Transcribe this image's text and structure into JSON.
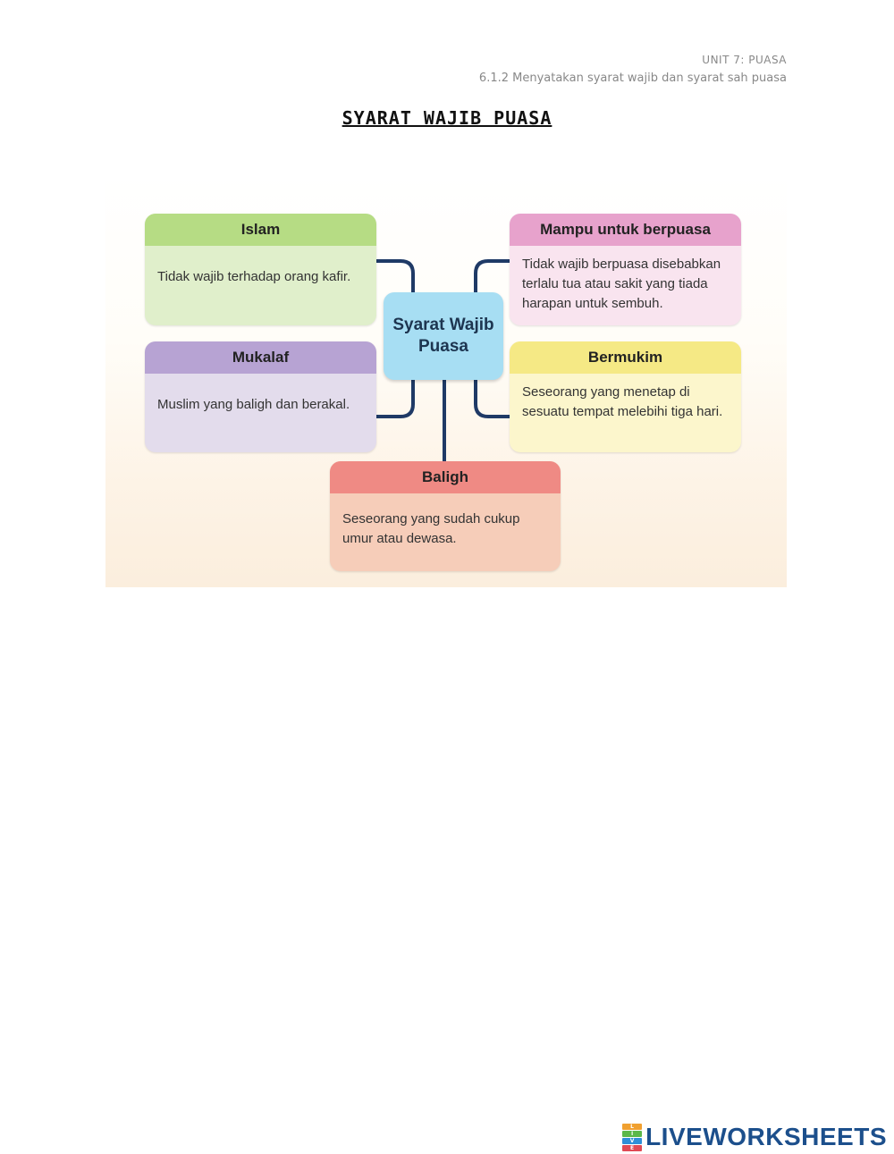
{
  "header": {
    "unit": "UNIT 7: PUASA",
    "objective": "6.1.2 Menyatakan syarat wajib dan syarat sah puasa"
  },
  "title": "SYARAT WAJIB PUASA",
  "diagram": {
    "center": "Syarat Wajib Puasa",
    "cards": [
      {
        "id": "islam",
        "heading": "Islam",
        "text": "Tidak wajib terhadap orang kafir.",
        "head_color": "#b6dc84",
        "body_color": "#e0efcb"
      },
      {
        "id": "mampu",
        "heading": "Mampu untuk berpuasa",
        "text": "Tidak wajib berpuasa disebabkan terlalu tua atau sakit yang tiada harapan untuk sembuh.",
        "head_color": "#e7a2cc",
        "body_color": "#f9e4ef"
      },
      {
        "id": "mukalaf",
        "heading": "Mukalaf",
        "text": "Muslim yang baligh dan berakal.",
        "head_color": "#b7a3d3",
        "body_color": "#e3dcec"
      },
      {
        "id": "bermukim",
        "heading": "Bermukim",
        "text": "Seseorang yang menetap di sesuatu tempat melebihi tiga hari.",
        "head_color": "#f5e985",
        "body_color": "#fcf6cc"
      },
      {
        "id": "baligh",
        "heading": "Baligh",
        "text": "Seseorang yang sudah cukup umur atau dewasa.",
        "head_color": "#ef8a84",
        "body_color": "#f6cdb9"
      }
    ],
    "connector_color": "#1f3a66"
  },
  "footer": {
    "brand": "LIVEWORKSHEETS",
    "logo_letters": [
      "L",
      "I",
      "V",
      "E"
    ],
    "logo_colors": [
      "#f0a030",
      "#5bb84a",
      "#2f8fd8",
      "#e04a55"
    ]
  }
}
